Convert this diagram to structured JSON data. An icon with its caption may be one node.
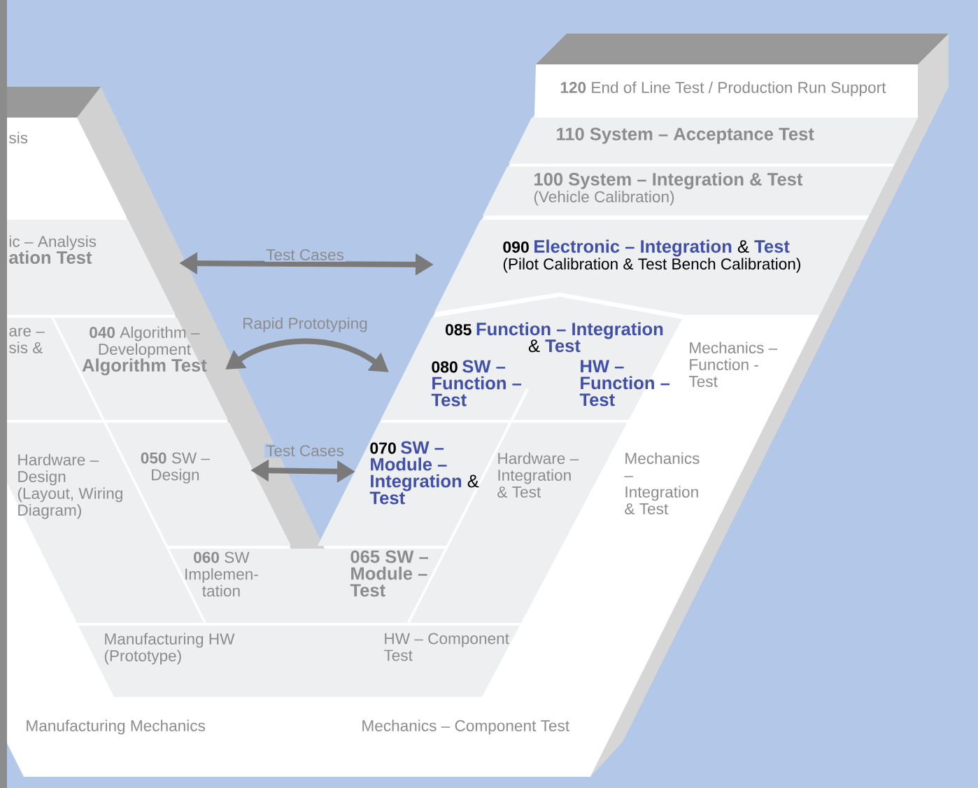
{
  "diagram": {
    "nodes": [
      {
        "text": [
          "sis"
        ]
      },
      {
        "text": [
          "ic – Analysis",
          "ation Test"
        ]
      },
      {
        "text": [
          "are – sis &"
        ]
      },
      {
        "text": [
          "**040** Algorithm – Development",
          "Algorithm Test"
        ]
      },
      {
        "text": [
          "Hardware – Design",
          "(Layout, Wiring Diagram)"
        ]
      },
      {
        "text": [
          "**050** SW – Design"
        ]
      },
      {
        "text": [
          "**060** SW Implemen- tation"
        ]
      },
      {
        "text": [
          "065 SW – Module – Test"
        ]
      },
      {
        "text": [
          "Manufacturing HW (Prototype)"
        ]
      },
      {
        "text": [
          "HW – Component Test"
        ]
      },
      {
        "text": [
          "Manufacturing Mechanics"
        ]
      },
      {
        "text": [
          "Mechanics – Component Test"
        ]
      },
      {
        "text": [
          "**120** End of Line Test / Production Run Support"
        ]
      },
      {
        "text": [
          "110 System – Acceptance Test"
        ]
      },
      {
        "text": [
          "**100 System – Integration** & **Test**",
          "(Vehicle Calibration)"
        ]
      },
      {
        "text": [
          "090",
          "**Electronic – Integration** & **Test**",
          "(Pilot Calibration & Test Bench Calibration)"
        ]
      },
      {
        "text": [
          "085",
          "**Function – Integration** & **Test**"
        ]
      },
      {
        "text": [
          "080",
          "SW – Function – Test"
        ],
        "in": 16
      },
      {
        "text": [
          "HW – Function – Test"
        ],
        "in": 16
      },
      {
        "text": [
          "Mechanics – Function - Test"
        ]
      },
      {
        "text": [
          "070",
          "**SW – Module – Integration** & **Test**"
        ]
      },
      {
        "text": [
          "Hardware – Integration & Test"
        ]
      },
      {
        "text": [
          "Mechanics – Integration & Test"
        ]
      }
    ],
    "edges": [
      {
        "from": 1,
        "to": 15,
        "arrow": "both",
        "label": "Test Cases"
      },
      {
        "from": 3,
        "to": 17,
        "arrow": "both",
        "label": "Rapid Prototyping"
      },
      {
        "from": 5,
        "to": 20,
        "arrow": "both",
        "label": "Test Cases"
      }
    ]
  }
}
